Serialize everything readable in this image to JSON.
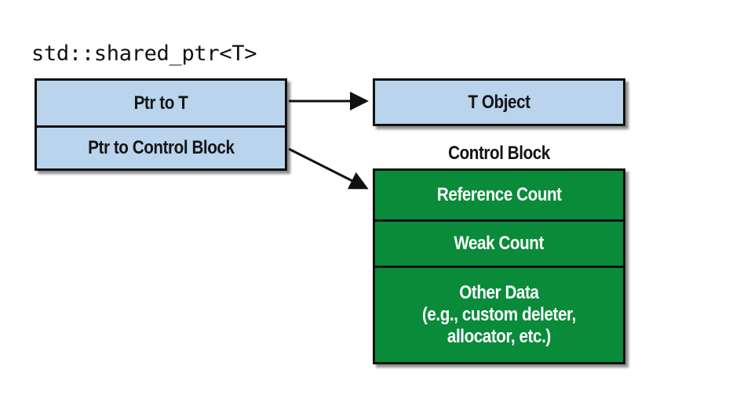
{
  "title": "std::shared_ptr<T>",
  "shared_ptr_box": {
    "rows": [
      "Ptr to T",
      "Ptr to Control Block"
    ]
  },
  "object_box": {
    "label": "T Object"
  },
  "control_block": {
    "title": "Control Block",
    "rows": [
      "Reference Count",
      "Weak Count"
    ],
    "other_data": [
      "Other Data",
      "(e.g., custom deleter,",
      "allocator, etc.)"
    ]
  },
  "colors": {
    "pointer_box_fill": "#b9d4ec",
    "control_block_fill": "#098b3a",
    "border": "#111111"
  }
}
